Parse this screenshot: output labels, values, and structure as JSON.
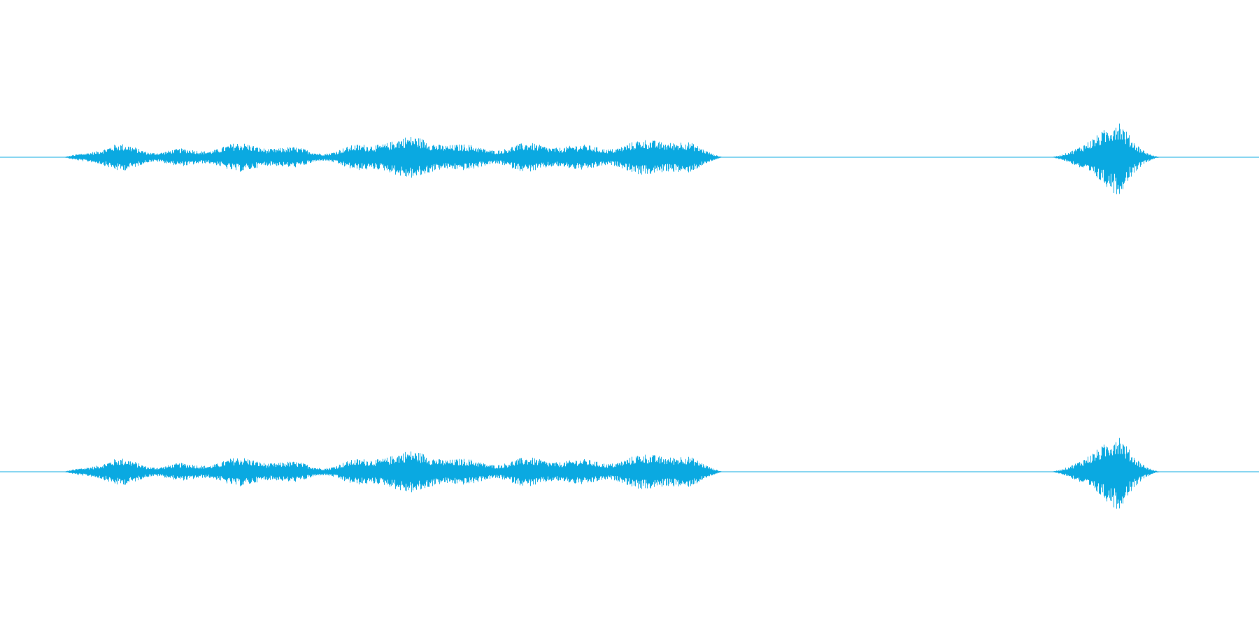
{
  "colors": {
    "background": "#ffffff",
    "waveform": "#0aa9e1"
  },
  "waveform": {
    "channels": [
      {
        "id": "left"
      },
      {
        "id": "right"
      }
    ],
    "segments": [
      {
        "start": 0.05,
        "end": 0.575,
        "peak": 0.62
      },
      {
        "start": 0.833,
        "end": 0.925,
        "peak": 0.95
      }
    ]
  }
}
